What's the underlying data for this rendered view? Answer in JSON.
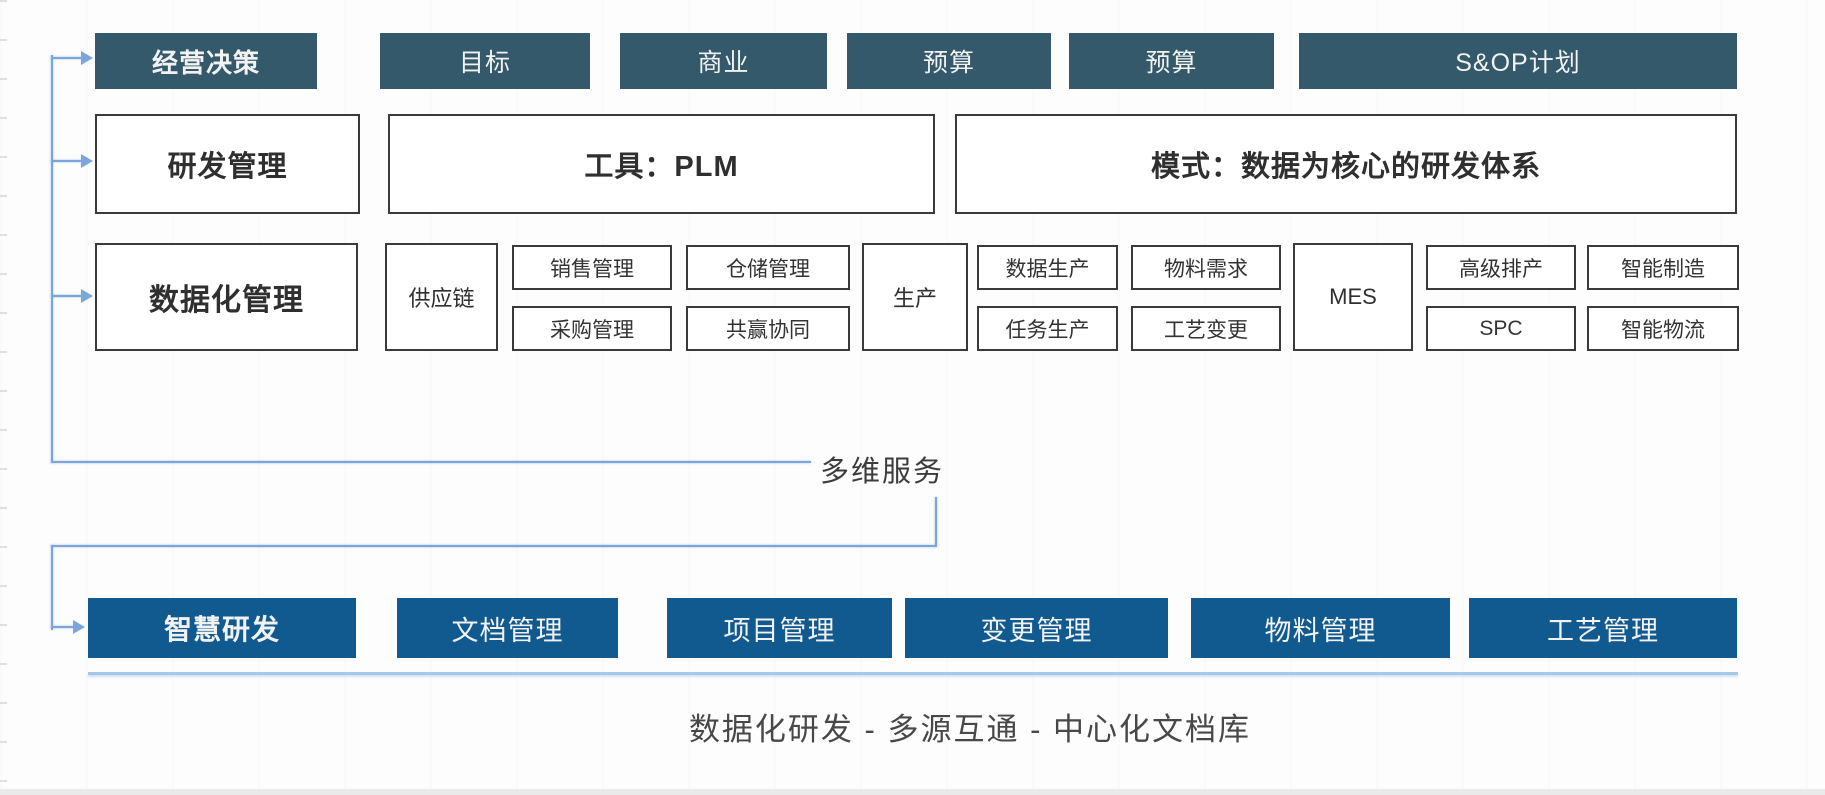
{
  "palette": {
    "teal_box": "#33596b",
    "blue_box": "#115a90",
    "outline_border": "#3a3a3a",
    "connector_blue": "#7aa6da"
  },
  "strategy_row": {
    "items": [
      {
        "label": "经营决策"
      },
      {
        "label": "目标"
      },
      {
        "label": "商业"
      },
      {
        "label": "预算"
      },
      {
        "label": "预算"
      },
      {
        "label": "S&OP计划"
      }
    ]
  },
  "rnd_row": {
    "items": [
      {
        "label": "研发管理"
      },
      {
        "label": "工具：PLM"
      },
      {
        "label": "模式：数据为核心的研发体系"
      }
    ]
  },
  "data_mgmt_row": {
    "lead": "数据化管理",
    "supply_chain": "供应链",
    "sales": "销售管理",
    "purchase": "采购管理",
    "warehouse": "仓储管理",
    "win_win": "共赢协同",
    "production": "生产",
    "data_production": "数据生产",
    "task_production": "任务生产",
    "material_req": "物料需求",
    "process_change": "工艺变更",
    "mes": "MES",
    "adv_scheduling": "高级排产",
    "spc": "SPC",
    "smart_mfg": "智能制造",
    "smart_logistics": "智能物流"
  },
  "connector": {
    "service_label": "多维服务"
  },
  "smart_rnd_row": {
    "items": [
      {
        "label": "智慧研发"
      },
      {
        "label": "文档管理"
      },
      {
        "label": "项目管理"
      },
      {
        "label": "变更管理"
      },
      {
        "label": "物料管理"
      },
      {
        "label": "工艺管理"
      }
    ]
  },
  "caption": {
    "text": "数据化研发 - 多源互通 - 中心化文档库"
  }
}
